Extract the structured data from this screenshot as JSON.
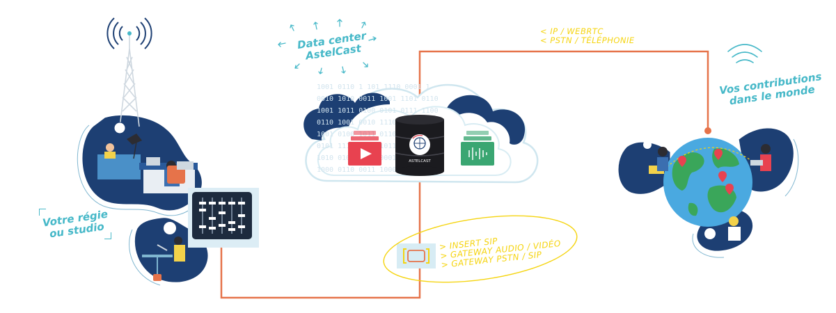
{
  "labels": {
    "datacenter_line1": "Data center",
    "datacenter_line2": "AstelCast",
    "regie_line1": "Votre régie",
    "regie_line2": "ou studio",
    "contrib_line1": "Vos contributions",
    "contrib_line2": "dans le monde",
    "ip_line": "< IP / WEBRTC",
    "pstn_line": "< PSTN / TÉLÉPHONIE",
    "insert_sip": "> INSERT SIP",
    "gateway_av": "> GATEWAY AUDIO / VIDÉO",
    "gateway_pstn": "> GATEWAY PSTN / SIP",
    "db_logo": "ASTELCAST"
  },
  "binary_rows": [
    "1001 0110 1 101 1110 0001 1",
    "0010 1010 0011 1001 1101 0110",
    "1001 1011 0100 0101 0111 1100",
    "0110 1001 0010 1110 0100 1101",
    "1001 0100 1011 0110 1011 0111",
    "0101 1110 0110 1011 0110 1001",
    "1010 0101 1001 0001 1011 0101",
    "1000 0110 0011 1000 0110 1100"
  ],
  "colors": {
    "navy": "#1d3f73",
    "teal_label": "#46b8c8",
    "connector": "#e6734a",
    "yellow": "#f5d40f",
    "cloud_outline": "#cfe6ef",
    "video_icon": "#e84250",
    "audio_icon": "#3aa672"
  },
  "icons": [
    "broadcast-tower-icon",
    "mixer-console-icon",
    "database-icon",
    "video-play-icon",
    "audio-wave-icon",
    "globe-icon",
    "wifi-icon",
    "gateway-device-icon"
  ]
}
